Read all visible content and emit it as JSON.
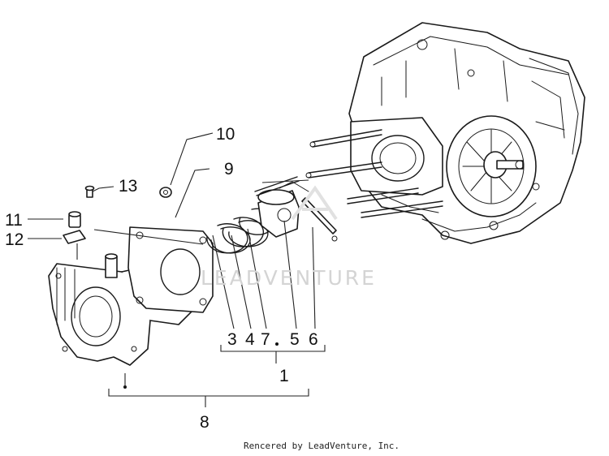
{
  "watermark": "LEADVENTURE",
  "credit": "Rencered by LeadVenture, Inc.",
  "callouts": {
    "c1": "1",
    "c3": "3",
    "c4": "4",
    "c5": "5",
    "c6": "6",
    "c7": "7",
    "c8": "8",
    "c9": "9",
    "c10": "10",
    "c11": "11",
    "c12": "12",
    "c13": "13"
  }
}
